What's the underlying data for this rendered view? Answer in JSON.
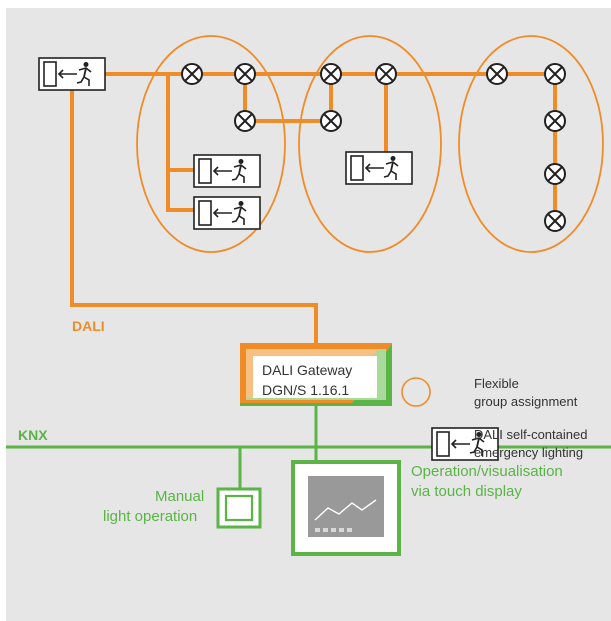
{
  "labels": {
    "dali": "DALI",
    "knx": "KNX",
    "gateway_line1": "DALI Gateway",
    "gateway_line2": "DGN/S 1.16.1",
    "manual_line1": "Manual",
    "manual_line2": "light operation",
    "touch_line1": "Operation/visualisation",
    "touch_line2": "via touch display"
  },
  "legend": {
    "group_line1": "Flexible",
    "group_line2": "group assignment",
    "emergency_line1": "DALI self-contained",
    "emergency_line2": "emergency lighting"
  },
  "colors": {
    "dali": "#f08c28",
    "knx": "#5ab446",
    "background": "#e6e6e6"
  },
  "icons": [
    "lamp-icon",
    "emergency-exit-icon",
    "group-ellipse-icon",
    "push-button-icon",
    "touch-display-icon"
  ]
}
